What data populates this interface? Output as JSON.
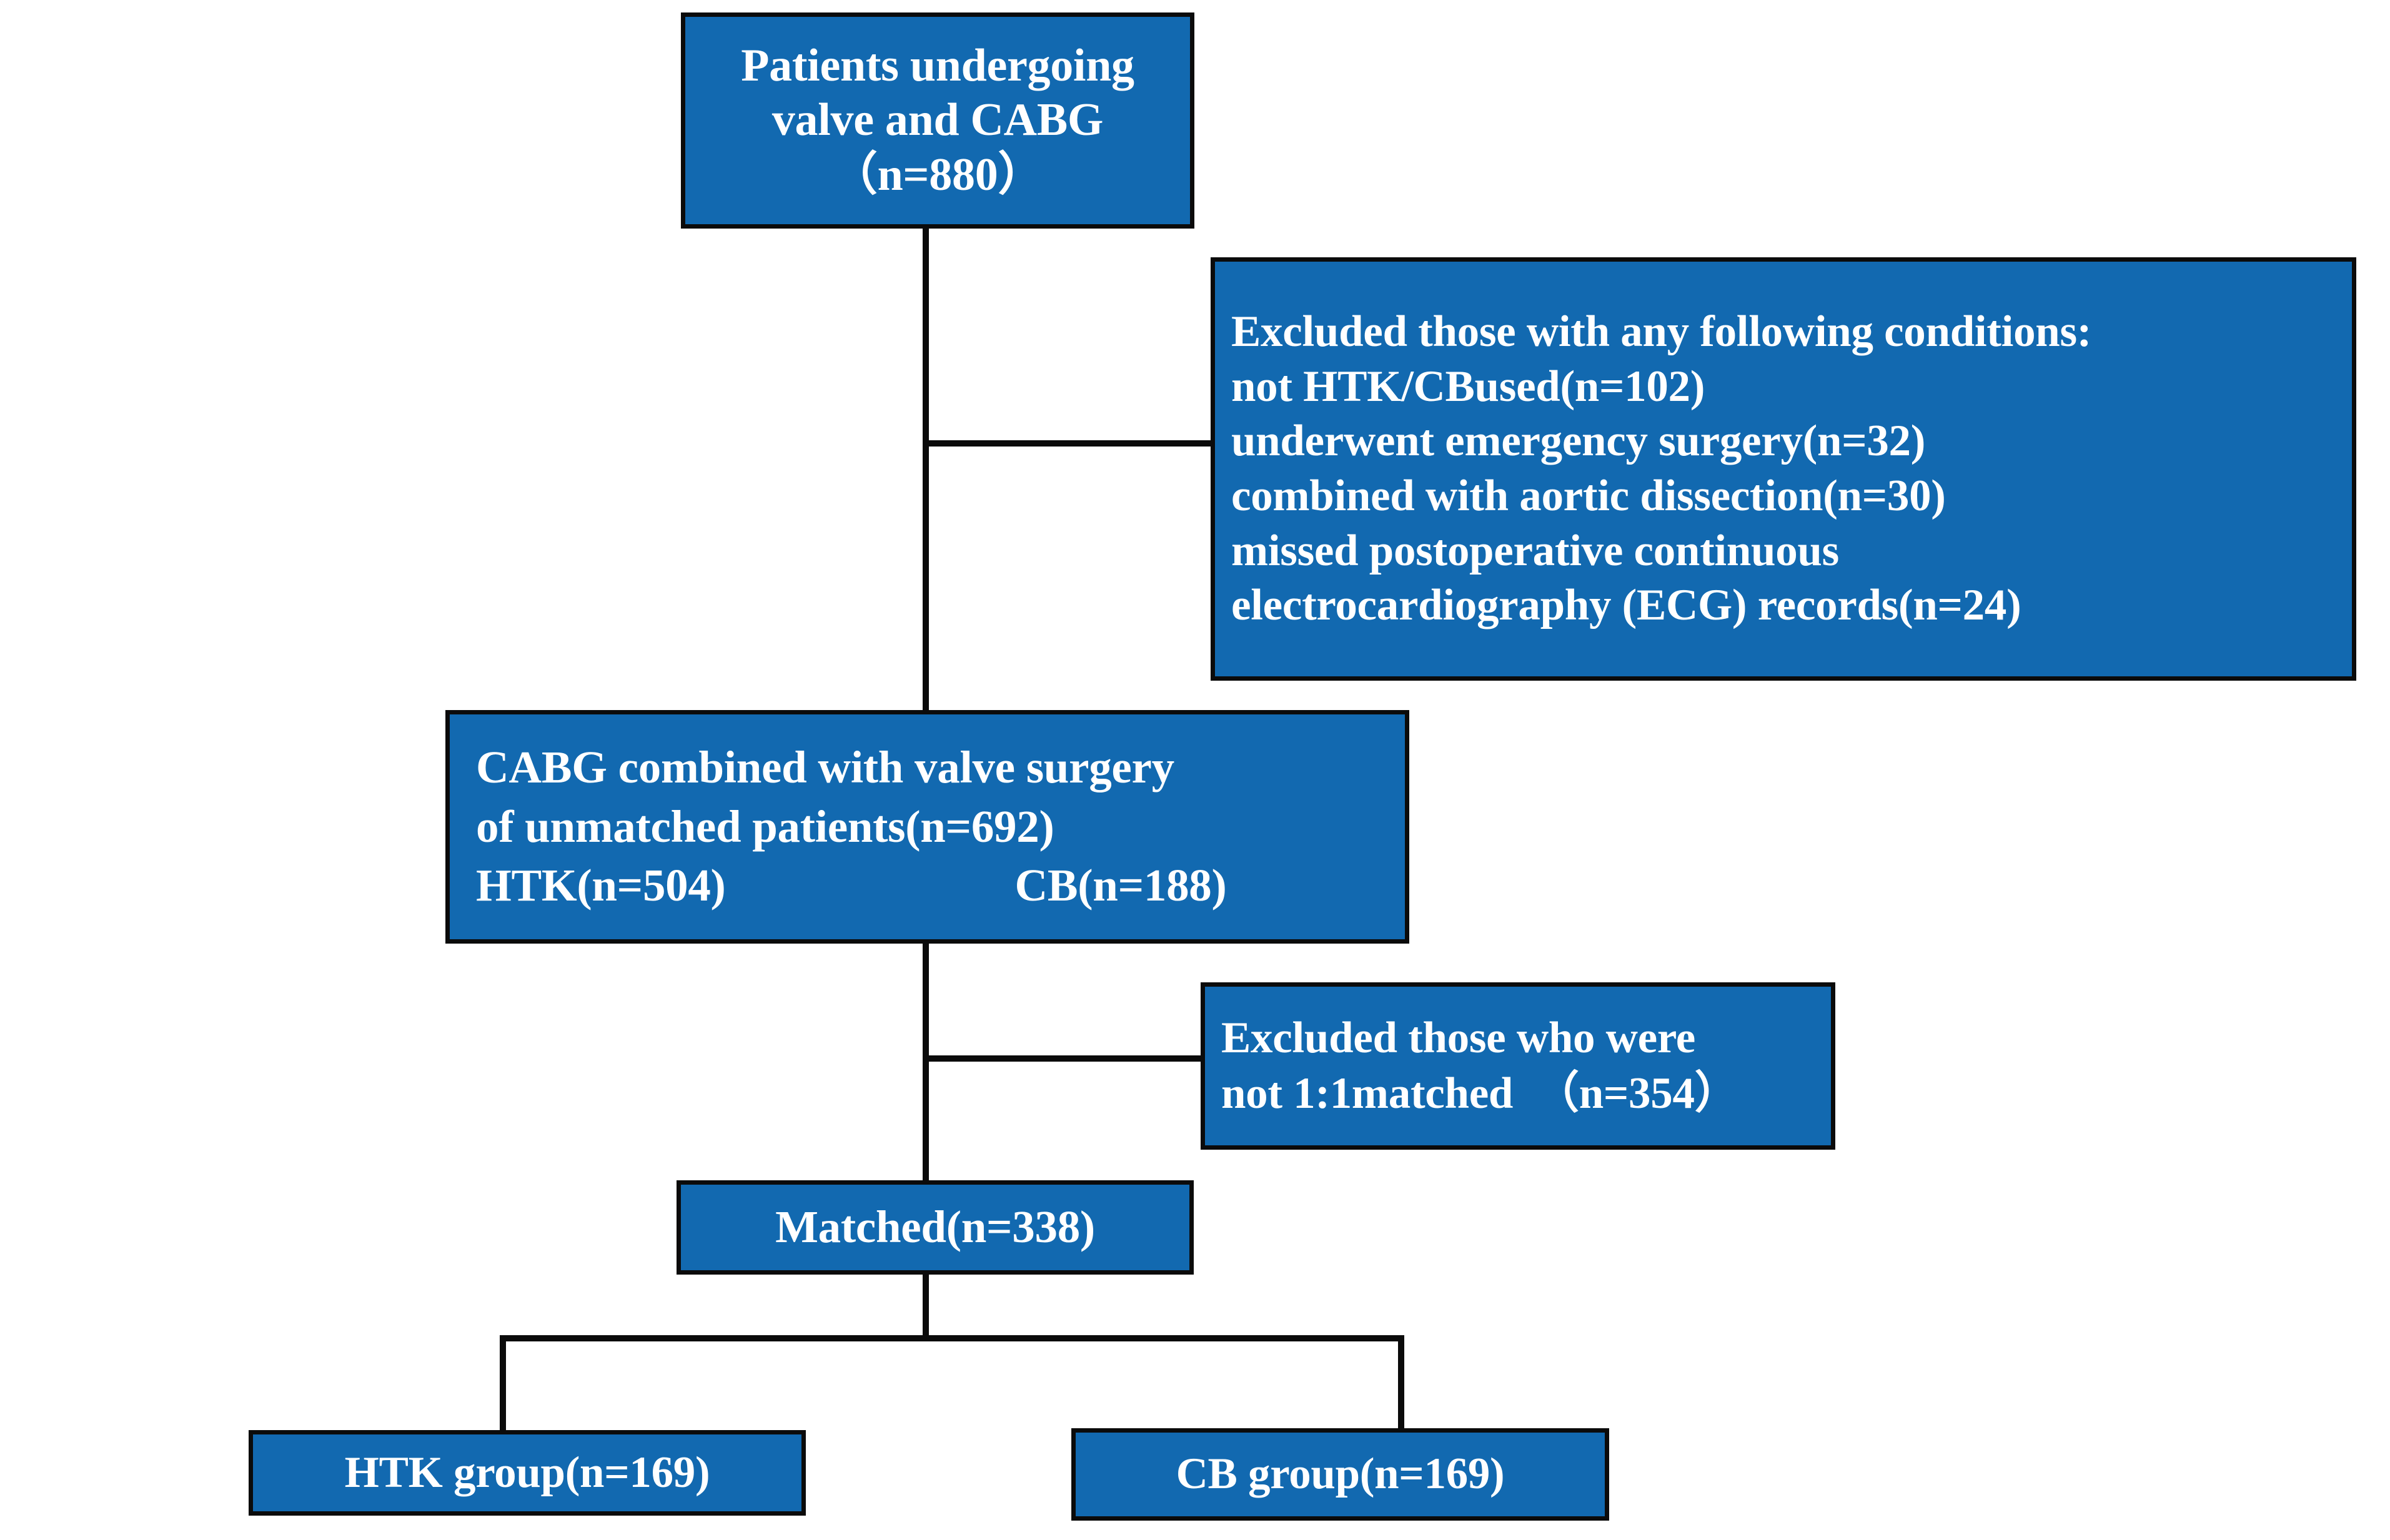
{
  "diagram": {
    "title": "CONSORT-style patient selection flowchart",
    "accent_color": "#1269b0",
    "border_color": "#0b0b0b",
    "text_color": "#ffffff",
    "background_color": "#ffffff"
  },
  "nodes": {
    "top": {
      "name": "enrollment-box",
      "line1": "Patients undergoing",
      "line2": "valve and CABG",
      "line3": "（n=880）",
      "count": 880
    },
    "exclusion_1": {
      "name": "first-exclusion-box",
      "header": "Excluded those with any following conditions:",
      "item1": "not HTK/CBused(n=102)",
      "item2": "underwent emergency surgery(n=32)",
      "item3": "combined with aortic dissection(n=30)",
      "item4a": "missed postoperative continuous",
      "item4b": "electrocardiography (ECG) records(n=24)",
      "counts": {
        "not_htk_cb_used": 102,
        "emergency_surgery": 32,
        "aortic_dissection": 30,
        "missed_ecg": 24
      }
    },
    "middle": {
      "name": "unmatched-cohort-box",
      "line1": "CABG combined with valve surgery",
      "line2": "of unmatched patients(n=692)",
      "htk": "HTK(n=504)",
      "cb": "CB(n=188)",
      "counts": {
        "total": 692,
        "htk": 504,
        "cb": 188
      }
    },
    "exclusion_2": {
      "name": "second-exclusion-box",
      "line1": "Excluded those who were",
      "line2": "not 1:1matched  （n=354）",
      "count": 354
    },
    "matched": {
      "name": "matched-cohort-box",
      "label": "Matched(n=338)",
      "count": 338
    },
    "htk_group": {
      "name": "htk-group-box",
      "label": "HTK group(n=169)",
      "count": 169
    },
    "cb_group": {
      "name": "cb-group-box",
      "label": "CB group(n=169)",
      "count": 169
    }
  }
}
